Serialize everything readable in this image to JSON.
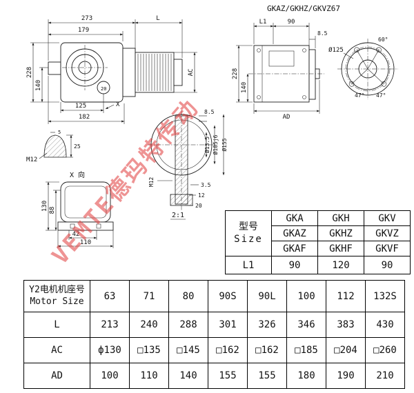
{
  "title": "GKAZ/GKHZ/GKVZ67",
  "watermark": {
    "text": "VEMTE德玛特传动",
    "color": "#e03a3a"
  },
  "colors": {
    "line": "#1a1a1a",
    "watermark_red": "#e03a3a"
  },
  "drawing": {
    "side_view": {
      "d_273": "273",
      "d_L": "L",
      "d_179": "179",
      "d_228": "228",
      "d_140": "140",
      "d_AC": "AC",
      "d_125": "125",
      "d_182": "182",
      "d_20": "20",
      "x_arrow": "X"
    },
    "rear_view": {
      "d_L1": "L1",
      "d_90": "90",
      "d_85": "8.5",
      "d_228": "228",
      "d_140": "140",
      "d_AD": "AD"
    },
    "flange_view": {
      "d_bolt_circle": "Ø125",
      "d_60": "60°",
      "d_47a": "47°",
      "d_47b": "47°"
    },
    "key_detail": {
      "d_5": "5",
      "d_25": "25",
      "d_M12": "M12"
    },
    "x_view": {
      "label": "X 向",
      "d_130": "130",
      "d_88": "88",
      "d_42": "42",
      "d_110": "110"
    },
    "shaft_detail": {
      "d_85": "8.5",
      "d_135": "Ø13.5",
      "d_105": "Ø105j6",
      "d_155": "Ø155",
      "d_M12": "M12",
      "d_35": "3.5",
      "d_12": "12",
      "d_20": "20",
      "scale": "2:1"
    }
  },
  "size_table": {
    "header_cn": "型号",
    "header_en": "Size",
    "rows": [
      [
        "GKA",
        "GKH",
        "GKV"
      ],
      [
        "GKAZ",
        "GKHZ",
        "GKVZ"
      ],
      [
        "GKAF",
        "GKHF",
        "GKVF"
      ]
    ],
    "l1_label": "L1",
    "l1_values": [
      "90",
      "120",
      "90"
    ]
  },
  "motor_table": {
    "header_cn": "Y2电机机座号",
    "header_en": "Motor Size",
    "frames": [
      "63",
      "71",
      "80",
      "90S",
      "90L",
      "100",
      "112",
      "132S"
    ],
    "rows": [
      {
        "label": "L",
        "values": [
          "213",
          "240",
          "288",
          "301",
          "326",
          "346",
          "383",
          "430"
        ]
      },
      {
        "label": "AC",
        "values": [
          "ф130",
          "□135",
          "□145",
          "□162",
          "□162",
          "□185",
          "□204",
          "□260"
        ]
      },
      {
        "label": "AD",
        "values": [
          "100",
          "110",
          "140",
          "155",
          "155",
          "180",
          "190",
          "210"
        ]
      }
    ]
  }
}
